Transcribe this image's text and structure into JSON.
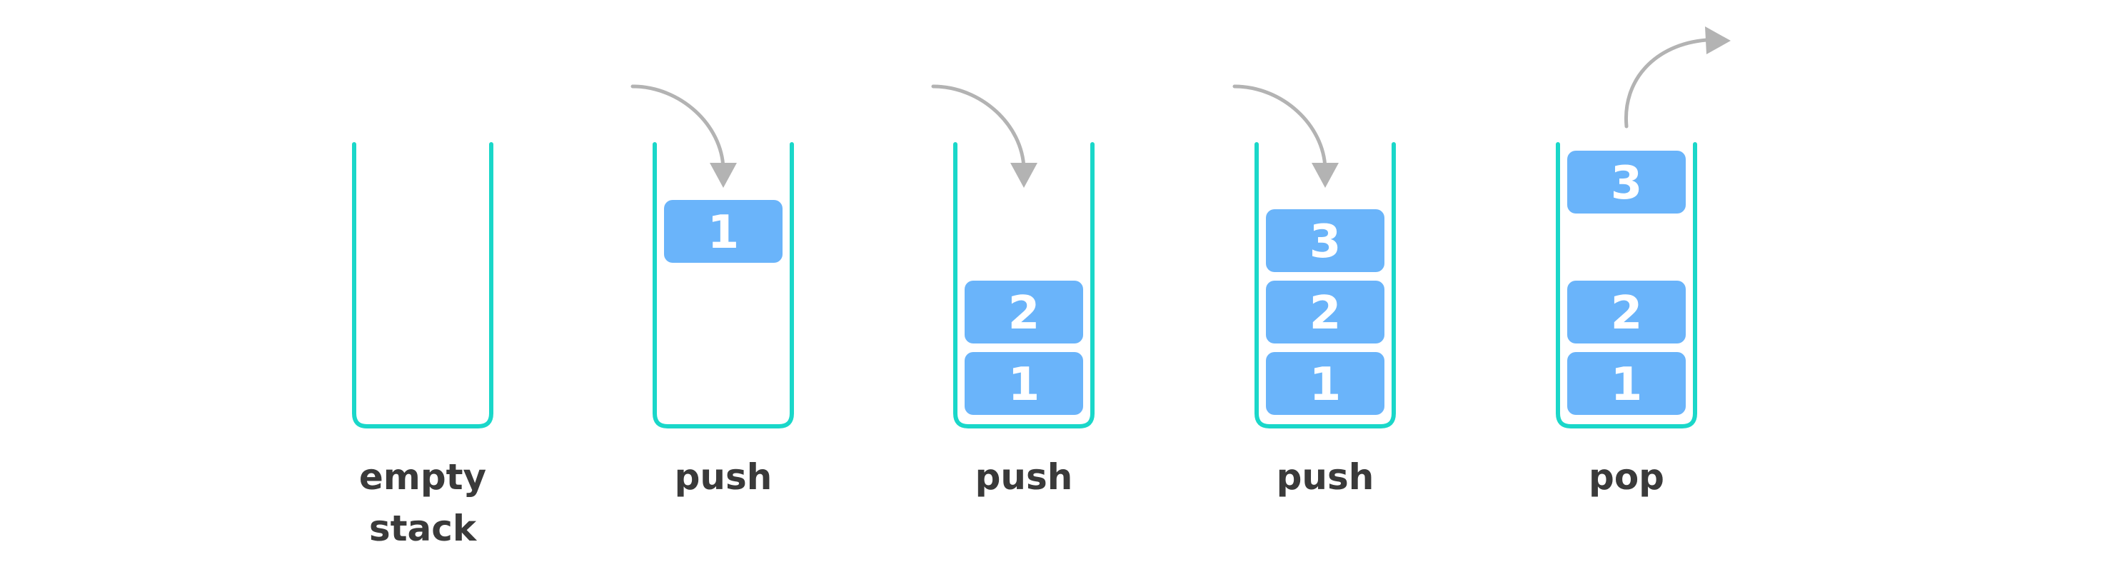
{
  "colors": {
    "container_outline": "#1ad7c9",
    "block_fill": "#6ab4fa",
    "block_text": "#ffffff",
    "arrow": "#b3b3b3",
    "caption_text": "#3a3a3a",
    "background": "#ffffff"
  },
  "stages": [
    {
      "id": "empty",
      "caption_lines": [
        "empty",
        "stack"
      ],
      "arrow": "none",
      "blocks": []
    },
    {
      "id": "push-1",
      "caption_lines": [
        "push"
      ],
      "arrow": "in",
      "blocks": [
        {
          "label": "1",
          "state": "entering"
        }
      ]
    },
    {
      "id": "push-2",
      "caption_lines": [
        "push"
      ],
      "arrow": "in",
      "blocks": [
        {
          "label": "1",
          "state": "stacked"
        },
        {
          "label": "2",
          "state": "stacked"
        }
      ]
    },
    {
      "id": "push-3",
      "caption_lines": [
        "push"
      ],
      "arrow": "in",
      "blocks": [
        {
          "label": "1",
          "state": "stacked"
        },
        {
          "label": "2",
          "state": "stacked"
        },
        {
          "label": "3",
          "state": "stacked"
        }
      ]
    },
    {
      "id": "pop",
      "caption_lines": [
        "pop"
      ],
      "arrow": "out",
      "blocks": [
        {
          "label": "1",
          "state": "stacked"
        },
        {
          "label": "2",
          "state": "stacked"
        },
        {
          "label": "3",
          "state": "leaving"
        }
      ]
    }
  ]
}
